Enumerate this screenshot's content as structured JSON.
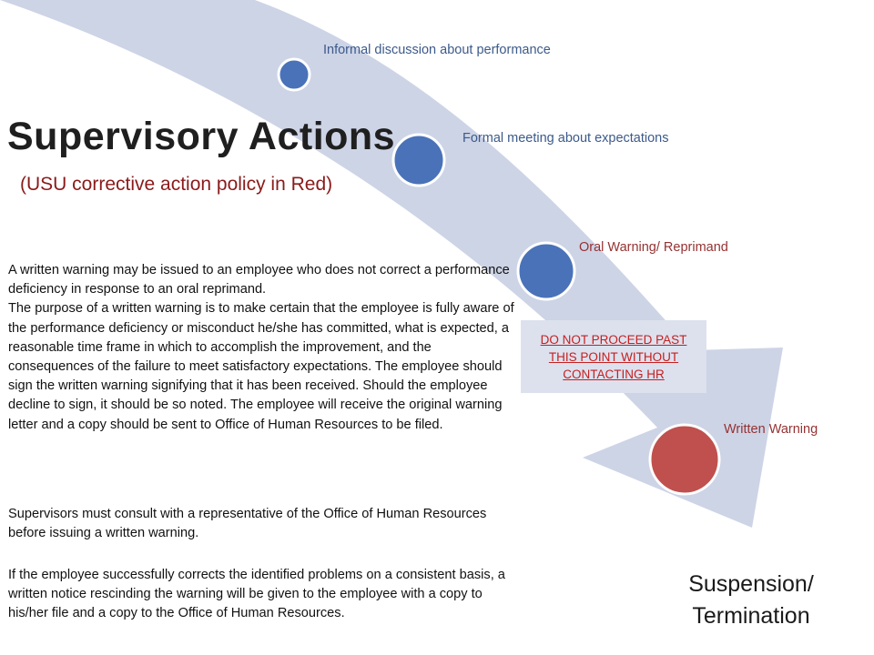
{
  "title": "Supervisory Actions",
  "subtitle": "(USU corrective action policy in Red)",
  "steps": [
    {
      "label": "Informal discussion about performance",
      "color": "#4a72b8"
    },
    {
      "label": "Formal meeting about expectations",
      "color": "#4a72b8"
    },
    {
      "label": "Oral Warning/ Reprimand",
      "color": "#4a72b8"
    },
    {
      "label": "Written Warning",
      "color": "#c0504d"
    }
  ],
  "final_step": {
    "line1": "Suspension/",
    "line2": "Termination"
  },
  "hr_notice": {
    "line1": "DO NOT PROCEED PAST",
    "line2": "THIS POINT WITHOUT",
    "line3": "CONTACTING HR"
  },
  "colors": {
    "arrow_fill": "#cdd4e6",
    "step_blue": "#4a72b8",
    "step_red": "#c0504d",
    "policy_red": "#8b1a1a"
  },
  "body": {
    "p1": "A written warning may be issued to an employee who does not correct a performance deficiency in response to an oral reprimand.",
    "p2": "The purpose of a written warning is to make certain that the employee is fully aware of the performance deficiency or misconduct he/she has committed, what is expected, a reasonable time frame in which to accomplish the improvement, and the consequences of the failure to meet satisfactory expectations. The employee should sign the written warning signifying that it has been received. Should the employee decline to sign, it should be so noted. The employee will receive the original warning letter and a copy should be sent to Office of Human Resources to be filed.",
    "p3": "Supervisors must consult with a representative of the Office of Human Resources before issuing a written warning.",
    "p4": "If the employee successfully corrects the identified problems on a consistent basis, a written notice rescinding the warning will be given to the employee with a copy to his/her file and a copy to the Office of Human Resources."
  }
}
